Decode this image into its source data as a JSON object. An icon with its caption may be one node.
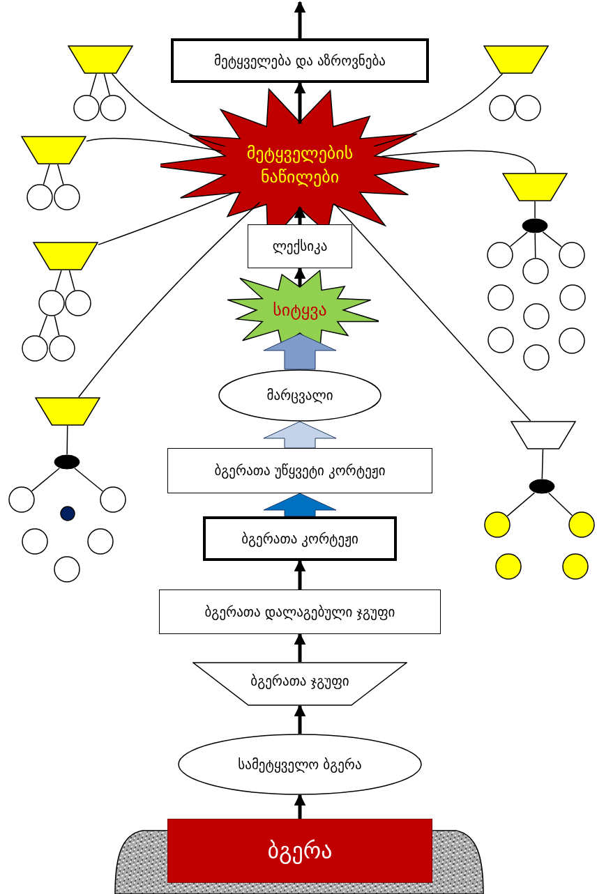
{
  "diagram": {
    "nodes": [
      {
        "text": [
          "მეტყველება და აზროვნება"
        ]
      },
      {
        "text": [
          "მეტყველების ნაწილები"
        ]
      },
      {
        "text": [
          "ლექსიკა"
        ]
      },
      {
        "text": [
          "სიტყვა"
        ]
      },
      {
        "text": [
          "მარცვალი"
        ]
      },
      {
        "text": [
          "ბგერათა უწყვეტი კორტეჟი"
        ]
      },
      {
        "text": [
          "ბგერათა კორტეჟი"
        ]
      },
      {
        "text": [
          "ბგერათა დალაგებული ჯგუფი"
        ]
      },
      {
        "text": [
          "ბგერათა ჯგუფი"
        ]
      },
      {
        "text": [
          "სამეტყველო ბგერა"
        ]
      },
      {
        "text": [
          "ბგერა"
        ]
      },
      {
        "text": [],
        "shape": "trapezoid"
      },
      {
        "text": [],
        "shape": "circle"
      },
      {
        "text": [],
        "shape": "circle"
      },
      {
        "text": [],
        "shape": "trapezoid"
      },
      {
        "text": [],
        "shape": "circle"
      },
      {
        "text": [],
        "shape": "circle"
      },
      {
        "text": [],
        "shape": "trapezoid"
      },
      {
        "text": [],
        "shape": "circle"
      },
      {
        "text": [],
        "shape": "circle"
      },
      {
        "text": [],
        "shape": "circle"
      },
      {
        "text": [],
        "shape": "circle"
      },
      {
        "text": [],
        "shape": "trapezoid"
      },
      {
        "text": [],
        "shape": "ellipse"
      },
      {
        "text": [],
        "shape": "circle"
      },
      {
        "text": [],
        "shape": "circle"
      },
      {
        "text": [],
        "shape": "circle"
      },
      {
        "text": [],
        "shape": "circle"
      },
      {
        "text": [],
        "shape": "circle"
      },
      {
        "text": [],
        "shape": "circle"
      },
      {
        "text": [],
        "shape": "trapezoid"
      },
      {
        "text": [],
        "shape": "circle"
      },
      {
        "text": [],
        "shape": "circle"
      },
      {
        "text": [],
        "shape": "trapezoid"
      },
      {
        "text": [],
        "shape": "ellipse"
      },
      {
        "text": [],
        "shape": "circle"
      },
      {
        "text": [],
        "shape": "circle"
      },
      {
        "text": [],
        "shape": "circle"
      },
      {
        "text": [],
        "shape": "circle"
      },
      {
        "text": [],
        "shape": "circle"
      },
      {
        "text": [],
        "shape": "circle"
      },
      {
        "text": [],
        "shape": "circle"
      },
      {
        "text": [],
        "shape": "circle"
      },
      {
        "text": [],
        "shape": "circle"
      },
      {
        "text": [],
        "shape": "trapezoid"
      },
      {
        "text": [],
        "shape": "ellipse"
      },
      {
        "text": [],
        "shape": "circle"
      },
      {
        "text": [],
        "shape": "circle"
      },
      {
        "text": [],
        "shape": "circle"
      },
      {
        "text": [],
        "shape": "circle"
      }
    ],
    "edges": [
      {
        "from": 10,
        "to": 9,
        "arrow": "to",
        "style": "thick"
      },
      {
        "from": 9,
        "to": 8,
        "arrow": "to",
        "style": "thick"
      },
      {
        "from": 8,
        "to": 7,
        "arrow": "to",
        "style": "thick"
      },
      {
        "from": 7,
        "to": 6,
        "arrow": "to",
        "style": "thick"
      },
      {
        "from": 6,
        "to": 5,
        "arrow": "to",
        "style": "thick",
        "color": "#0070c0"
      },
      {
        "from": 5,
        "to": 4,
        "arrow": "to",
        "style": "thick",
        "color": "#c5d3e8"
      },
      {
        "from": 4,
        "to": 3,
        "arrow": "to",
        "style": "thick",
        "color": "#7f9ccb"
      },
      {
        "from": 3,
        "to": 2,
        "arrow": "to",
        "style": "thick"
      },
      {
        "from": 2,
        "to": 1,
        "arrow": "to",
        "style": "thick"
      },
      {
        "from": 1,
        "to": 0,
        "arrow": "to",
        "style": "thick"
      },
      {
        "from": 0,
        "to": null,
        "arrow": "to",
        "style": "thick"
      },
      {
        "from": 1,
        "to": 11,
        "arrow": "none"
      },
      {
        "from": 1,
        "to": 14,
        "arrow": "none"
      },
      {
        "from": 1,
        "to": 17,
        "arrow": "none"
      },
      {
        "from": 1,
        "to": 22,
        "arrow": "none"
      },
      {
        "from": 1,
        "to": 30,
        "arrow": "none"
      },
      {
        "from": 1,
        "to": 33,
        "arrow": "none"
      },
      {
        "from": 1,
        "to": 44,
        "arrow": "none"
      },
      {
        "from": 11,
        "to": 12,
        "arrow": "none"
      },
      {
        "from": 11,
        "to": 13,
        "arrow": "none"
      },
      {
        "from": 14,
        "to": 15,
        "arrow": "none"
      },
      {
        "from": 14,
        "to": 16,
        "arrow": "none"
      },
      {
        "from": 17,
        "to": 18,
        "arrow": "none"
      },
      {
        "from": 17,
        "to": 19,
        "arrow": "none"
      },
      {
        "from": 18,
        "to": 20,
        "arrow": "none"
      },
      {
        "from": 18,
        "to": 21,
        "arrow": "none"
      },
      {
        "from": 22,
        "to": 23,
        "arrow": "none"
      },
      {
        "from": 23,
        "to": 24,
        "arrow": "none"
      },
      {
        "from": 23,
        "to": 25,
        "arrow": "none"
      },
      {
        "from": 33,
        "to": 34,
        "arrow": "none"
      },
      {
        "from": 34,
        "to": 35,
        "arrow": "none"
      },
      {
        "from": 34,
        "to": 36,
        "arrow": "none"
      },
      {
        "from": 34,
        "to": 37,
        "arrow": "none"
      },
      {
        "from": 44,
        "to": 45,
        "arrow": "none"
      },
      {
        "from": 45,
        "to": 46,
        "arrow": "none"
      },
      {
        "from": 45,
        "to": 47,
        "arrow": "none"
      }
    ]
  }
}
